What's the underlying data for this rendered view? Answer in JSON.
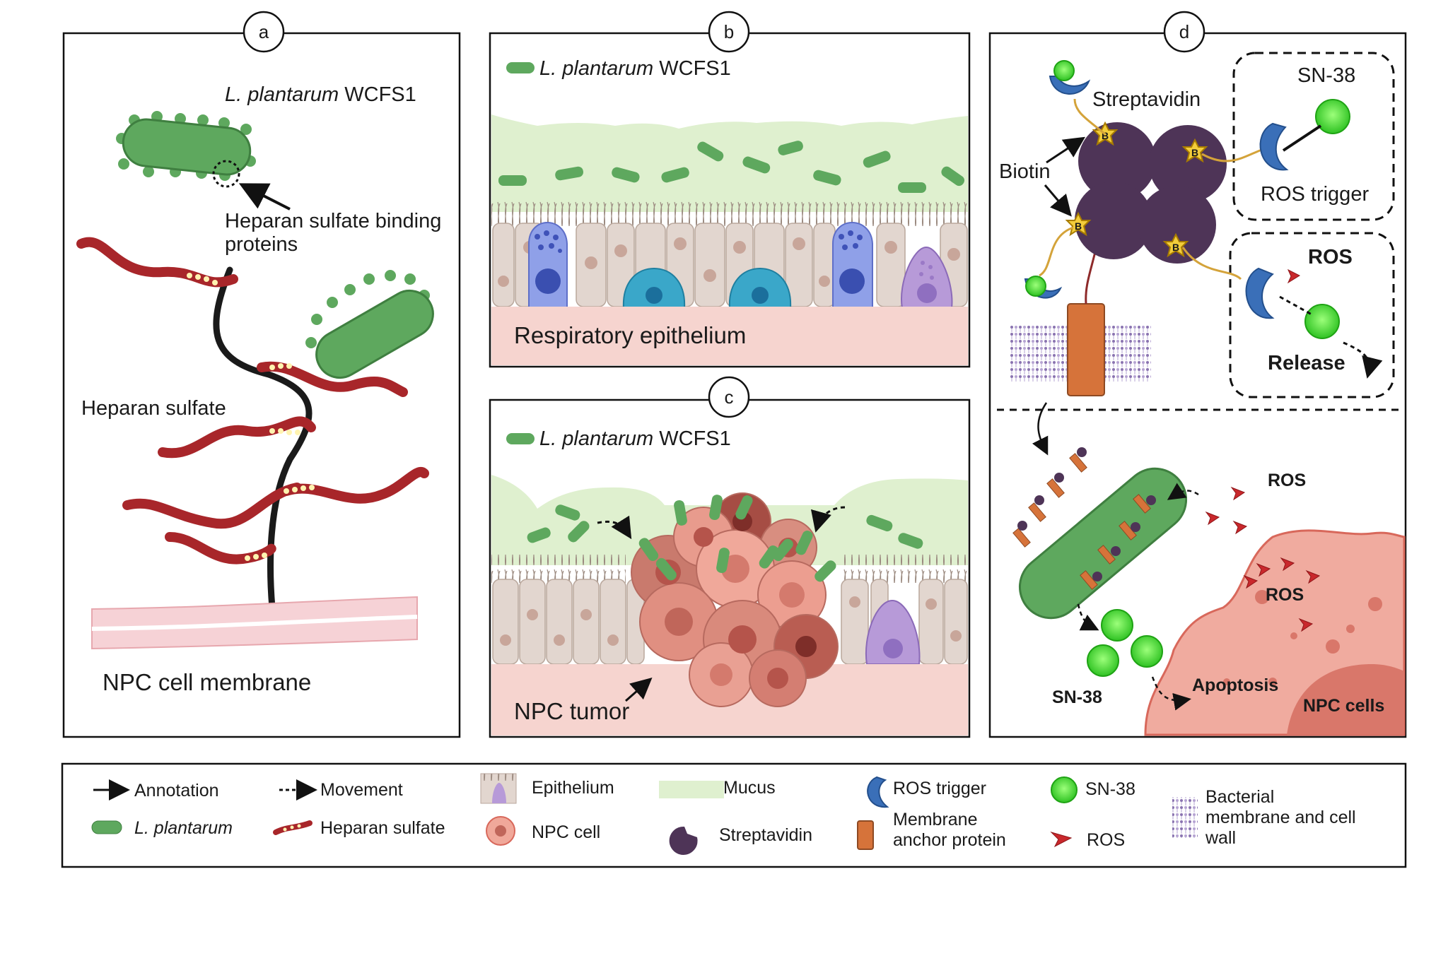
{
  "panels": {
    "a": {
      "letter": "a",
      "species": "L. plantarum",
      "strain": "WCFS1",
      "binding_proteins_line1": "Heparan sulfate binding",
      "binding_proteins_line2": "proteins",
      "heparan": "Heparan sulfate",
      "membrane": "NPC cell membrane"
    },
    "b": {
      "letter": "b",
      "species": "L. plantarum",
      "strain": "WCFS1",
      "tissue": "Respiratory epithelium"
    },
    "c": {
      "letter": "c",
      "species": "L. plantarum",
      "strain": "WCFS1",
      "tumor": "NPC tumor"
    },
    "d": {
      "letter": "d",
      "streptavidin": "Streptavidin",
      "biotin": "Biotin",
      "biotin_badge": "B",
      "sn38_box": "SN-38",
      "ros_trigger": "ROS trigger",
      "ros_box": "ROS",
      "release": "Release",
      "ros_outside": "ROS",
      "ros_cell": "ROS",
      "sn38_free": "SN-38",
      "apoptosis": "Apoptosis",
      "npc_cells": "NPC cells"
    }
  },
  "legend": {
    "annotation": "Annotation",
    "movement": "Movement",
    "epithelium": "Epithelium",
    "mucus": "Mucus",
    "ros_trigger": "ROS trigger",
    "sn38": "SN-38",
    "bacterial_line1": "Bacterial",
    "bacterial_line2": "membrane and cell",
    "bacterial_line3": "wall",
    "l_plantarum": "L. plantarum",
    "heparan_sulfate": "Heparan sulfate",
    "npc_cell": "NPC cell",
    "streptavidin": "Streptavidin",
    "anchor_line1": "Membrane",
    "anchor_line2": "anchor protein",
    "ros": "ROS"
  },
  "colors": {
    "bacterium": "#5ea85e",
    "bacterium_dark": "#3f7f40",
    "heparan": "#a8262a",
    "mucus": "#dff0cf",
    "epithelium": "#e2d6cf",
    "tissue": "#f6d4cf",
    "streptavidin": "#4e3457",
    "ros_trigger": "#3a6fb8",
    "sn38": "#47d93a",
    "anchor": "#d6733a",
    "ros": "#c9282c",
    "npc_cell": "#e89b8d"
  }
}
